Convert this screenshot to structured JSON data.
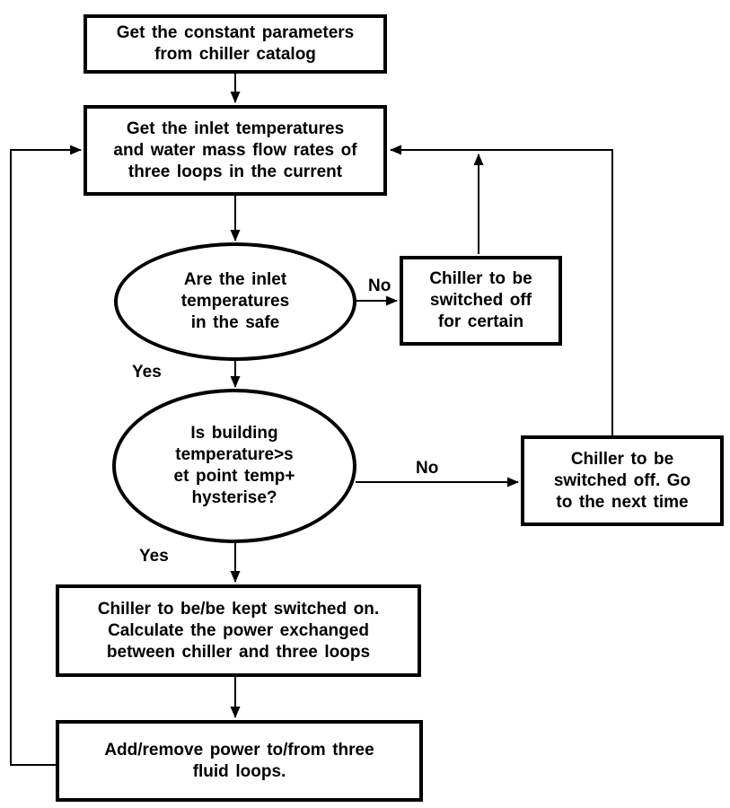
{
  "diagram": {
    "colors": {
      "line": "#000000",
      "node_fill": "#ffffff",
      "text": "#000000",
      "background": "#ffffff"
    },
    "nodes": {
      "constant_params": {
        "type": "process",
        "label": "Get the constant parameters\nfrom chiller catalog"
      },
      "inlet_temps": {
        "type": "process",
        "label": "Get the inlet temperatures\nand water mass flow rates of\nthree loops in the current"
      },
      "inlet_safe": {
        "type": "decision",
        "label": "Are the inlet\ntemperatures\nin the safe"
      },
      "switch_off_certain": {
        "type": "process",
        "label": "Chiller to be\nswitched off\nfor certain"
      },
      "building_temp": {
        "type": "decision",
        "label": "Is building\ntemperature>s\net point temp+\nhysterise?"
      },
      "switch_off_next": {
        "type": "process",
        "label": "Chiller to be\nswitched off. Go\nto the next time"
      },
      "chiller_on": {
        "type": "process",
        "label": "Chiller to be/be kept switched on.\nCalculate the power exchanged\nbetween chiller and three loops"
      },
      "add_remove_power": {
        "type": "process",
        "label": "Add/remove power to/from three\nfluid loops."
      }
    },
    "edge_labels": {
      "no1": "No",
      "yes1": "Yes",
      "no2": "No",
      "yes2": "Yes"
    }
  }
}
